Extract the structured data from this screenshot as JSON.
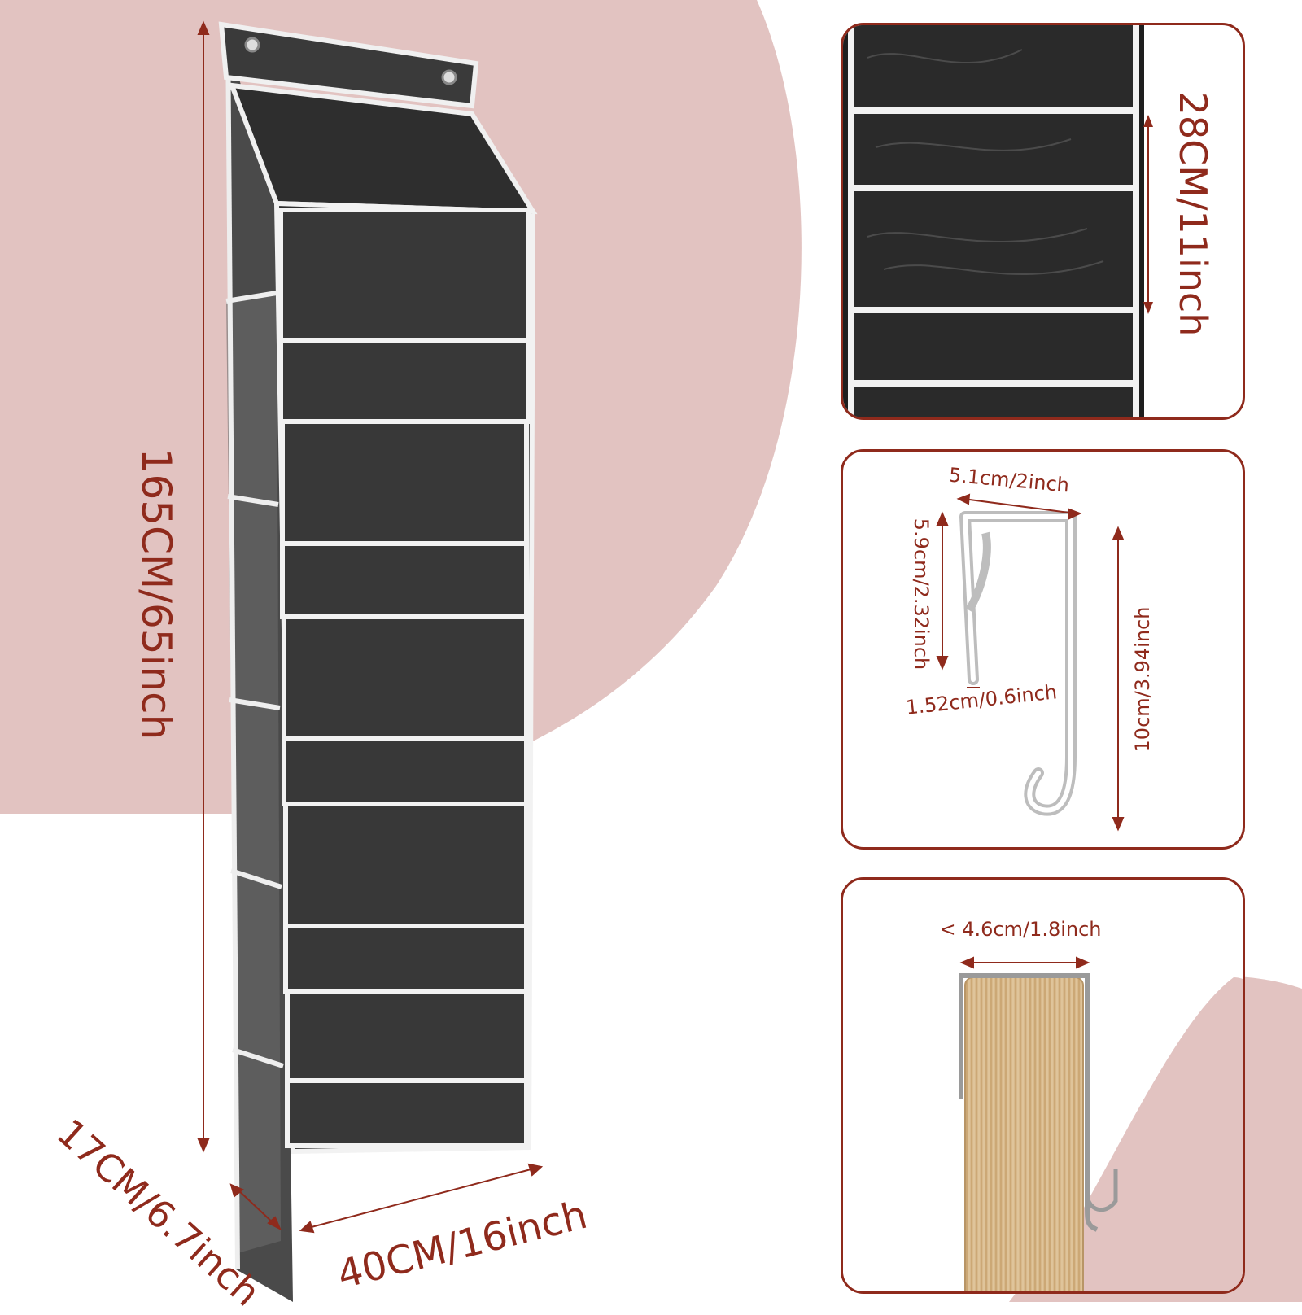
{
  "dimensions": {
    "height": "165CM/65inch",
    "depth": "17CM/6.7inch",
    "width": "40CM/16inch",
    "pocket_height": "28CM/11inch",
    "hook_width": "5.1cm/2inch",
    "hook_inner_height": "5.9cm/2.32inch",
    "hook_gap": "1.52cm/0.6inch",
    "hook_total_height": "10cm/3.94inch",
    "door_thickness": "< 4.6cm/1.8inch"
  },
  "colors": {
    "accent": "#8f2a1c",
    "pink_background": "#e2c3c1",
    "fabric": "#3a3a3a",
    "trim": "#f2f2f2",
    "wood": "#d8b98c"
  }
}
